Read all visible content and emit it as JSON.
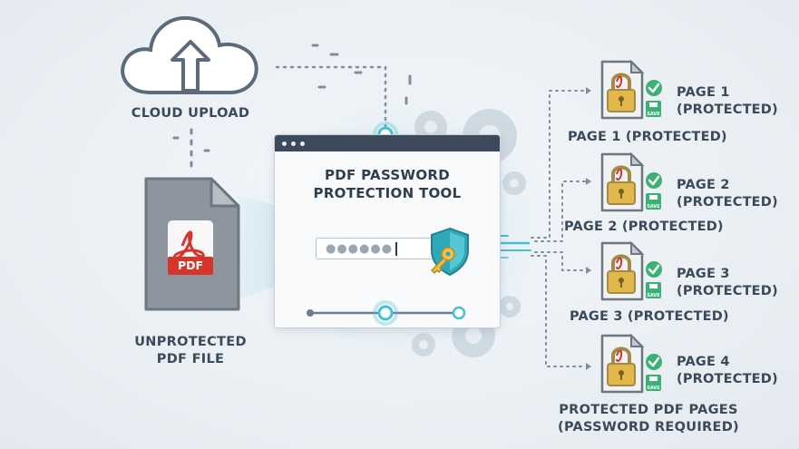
{
  "cloud": {
    "label": "CLOUD UPLOAD",
    "icon": "cloud-upload-icon"
  },
  "source_file": {
    "label_line1": "UNPROTECTED",
    "label_line2": "PDF FILE",
    "badge": "PDF",
    "icon": "pdf-file-icon"
  },
  "tool": {
    "title_line1": "PDF PASSWORD",
    "title_line2": "PROTECTION TOOL",
    "password_mask": "●●●●●●",
    "icon": "shield-key-icon"
  },
  "pages": [
    {
      "side_line1": "PAGE 1",
      "side_line2": "(PROTECTED)",
      "caption": "PAGE 1 (PROTECTED)",
      "save_label": "SAVE"
    },
    {
      "side_line1": "PAGE 2",
      "side_line2": "(PROTECTED)",
      "caption": "PAGE 2 (PROTECTED)",
      "save_label": "SAVE"
    },
    {
      "side_line1": "PAGE 3",
      "side_line2": "(PROTECTED)",
      "caption": "PAGE 3 (PROTECTED)",
      "save_label": "SAVE"
    },
    {
      "side_line1": "PAGE 4",
      "side_line2": "(PROTECTED)",
      "save_label": "SAVE"
    }
  ],
  "footer": {
    "line1": "PROTECTED PDF PAGES",
    "line2": "(PASSWORD REQUIRED)"
  },
  "colors": {
    "accent": "#36b6c4",
    "lock": "#e3b84a",
    "check": "#3bb273",
    "pdf_red": "#d5352b",
    "dark": "#3c4a5b"
  }
}
